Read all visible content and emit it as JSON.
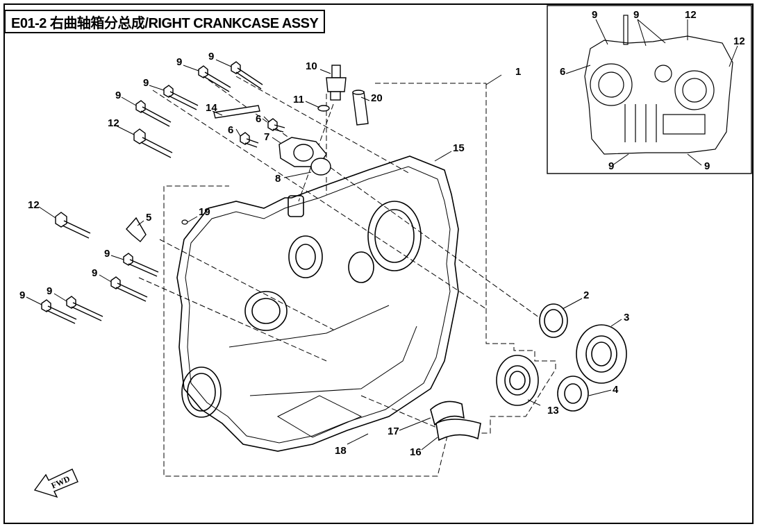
{
  "header": {
    "title": "E01-2 右曲轴箱分总成/RIGHT CRANKCASE ASSY"
  },
  "callouts": {
    "c1": "1",
    "c2": "2",
    "c3": "3",
    "c4": "4",
    "c5": "5",
    "c6a": "6",
    "c6b": "6",
    "c7": "7",
    "c8": "8",
    "c9a": "9",
    "c9b": "9",
    "c9c": "9",
    "c9d": "9",
    "c9e": "9",
    "c9f": "9",
    "c9g": "9",
    "c9h": "9",
    "c10": "10",
    "c11": "11",
    "c12a": "12",
    "c12b": "12",
    "c13": "13",
    "c14": "14",
    "c15": "15",
    "c16": "16",
    "c17": "17",
    "c18": "18",
    "c19": "19",
    "c20": "20"
  },
  "inset": {
    "callouts": {
      "i9a": "9",
      "i9b": "9",
      "i9c": "9",
      "i9d": "9",
      "i12a": "12",
      "i12b": "12",
      "i6": "6"
    }
  },
  "fwd_label": "FWD",
  "colors": {
    "line": "#000000",
    "background": "#ffffff"
  }
}
